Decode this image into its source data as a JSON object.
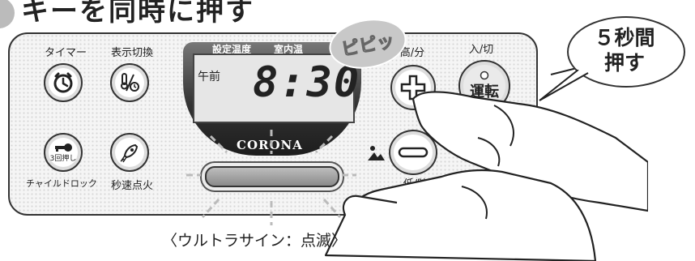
{
  "heading": {
    "text": "キーを同時に押す"
  },
  "panel": {
    "labels": {
      "timer": "タイマー",
      "display_switch": "表示切換",
      "set_temp": "設定温度",
      "room_temp": "室内温",
      "up_min": "高/分",
      "on_off": "入/切",
      "child_lock": "チャイルドロック",
      "quick_ignition": "秒速点火",
      "down_hour": "低/時"
    },
    "three_press": "3回押し",
    "run_button": "運転",
    "lcd": {
      "ampm": "午前",
      "time": "8:30"
    },
    "brand": "CORONA"
  },
  "sound_effect": "ピピッ",
  "callout": {
    "line1": "５秒間",
    "line2": "押す"
  },
  "caption": "〈ウルトラサイン：点滅〉"
}
